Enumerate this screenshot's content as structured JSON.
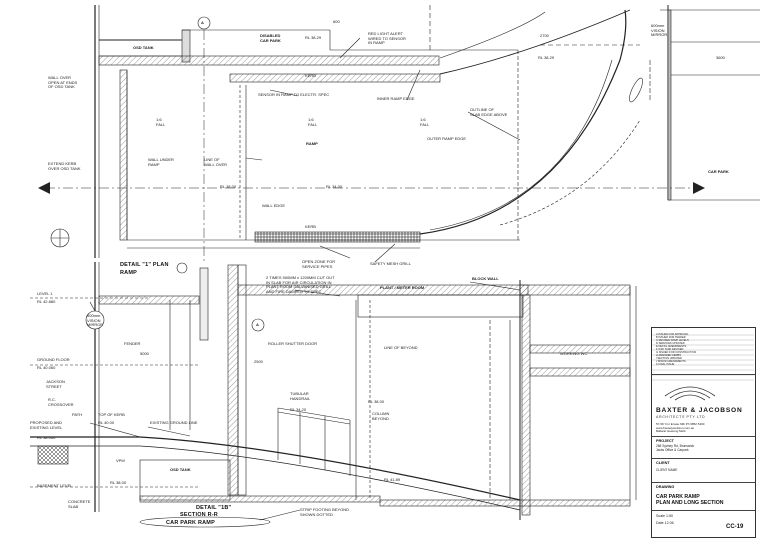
{
  "plan": {
    "title_detail": "DETAIL \"1\" PLAN",
    "title_sub": "RAMP",
    "grid_marker": "A",
    "labels": {
      "osd_tank": "OSD TANK",
      "wall_over": "WALL OVER\nOPEN AT ENDS\nOF OSD TANK",
      "extend_kerb": "EXTEND KERB\nOVER OSD TANK",
      "wall_under_ramp": "WALL UNDER\nRAMP",
      "line_of_wall_over": "LINE OF\nWALL OVER",
      "fall_1": "1:6\nFALL",
      "fall_2": "1:6\nFALL",
      "fall_3": "1:6\nFALL",
      "ramp": "RAMP",
      "disabled_car_park": "DISABLED\nCAR PARK",
      "rl_1": "RL 38.29",
      "rl_2": "RL 38.29",
      "rl_3": "RL 38.00",
      "rl_4": "RL 34.00",
      "red_light": "RED LIGHT ALERT\nWIRED TO SENSOR\nIN RAMP",
      "sensor": "SENSOR IN RAMP TO ELECTR. SPEC",
      "kerb_top": "KERB",
      "kerb_bottom": "KERB",
      "inner_ramp_edge": "INNER RAMP EDGE",
      "outer_ramp_edge": "OUTER RAMP EDGE",
      "outline_slab": "OUTLINE OF\nSLAB EDGE ABOVE",
      "wall_edge": "WALL EDGE",
      "open_zone": "OPEN ZONE FOR\nSERVICE PIPES",
      "safety_mesh": "SAFETY MESH GRILL",
      "vision_mirror": "600mm\nVISION\nMIRROR",
      "car_park": "CAR PARK",
      "dim_2700": "2700",
      "dim_600": "600",
      "dim_3600": "3600"
    }
  },
  "section": {
    "title_detail": "DETAIL \"1B\"",
    "title_section": "SECTION R-R",
    "title_sub": "CAR PARK RAMP",
    "labels": {
      "level_1": "LEVEL 1",
      "rl_level_1": "RL 42.880",
      "ground_floor": "GROUND FLOOR",
      "rl_ground": "RL 40.060",
      "basement": "BASEMENT LEVEL",
      "rl_basement": "RL 38.050",
      "jackson_street": "JACKSON\nSTREET",
      "rc_crossover": "R.C.\nCROSSOVER",
      "path": "PATH",
      "proposed": "PROPOSED AND\nEXISTING LEVEL",
      "top_of_kerb": "TOP OF KERB",
      "rl_kerb": "RL 40.00",
      "existing_ground": "EXISTING GROUND LINE",
      "fender": "FENDER",
      "vision_mirror": "600mm\nVISION\nMIRROR",
      "roller_shutter": "ROLLER SHUTTER DOOR",
      "plant_meter": "PLANT / METER ROOM",
      "block_wall": "BLOCK WALL",
      "line_of_beyond": "LINE OF BEYOND",
      "working_wc": "WORKING WC",
      "tubular_handrail": "TUBULAR\nHANDRAIL",
      "column": "COLUMN\nBEYOND",
      "osd_tank": "OSD TANK",
      "vpm": "VPM",
      "grill_note": "2 TIMES 900MM x 1200MM CUT OUT\nIN SLAB FOR AIR CIRCULATION IN\nPLANT ROOM GALVANISED GRILL\nAND FIRE DAMPER TO SPEC",
      "strip_footing": "STRIP FOOTING BEYOND\nSHOWN DOTTED",
      "concrete_slab": "CONCRETE\nSLAB",
      "rl_a": "RL 38.00",
      "rl_b": "RL 34.20",
      "rl_c": "RL 38.00",
      "rl_d": "RL 41.89",
      "dim_5000": "5000",
      "dim_2500": "2500"
    }
  },
  "title_block": {
    "firm_name": "BAXTER & JACOBSON",
    "firm_sub": "ARCHITECTS PTY LTD",
    "firm_contact": "57-59 Ymr Ensau  Mlb  Ph 9852 5400\nwww.baxterjacobson.com.au\nBallarat  Geelong  Melb",
    "project_head": "PROJECT",
    "project_text": "268 Sydney Rd, Brunswick\nJacks Office & Carpark",
    "client_head": "CLIENT",
    "client_text": "CLIENT NAME",
    "drawing_head": "DRAWING",
    "drawing_title": "CAR PARK RAMP\nPLAN AND LONG SECTION",
    "scale_text": "Scale  1:50",
    "date_text": "Date  12.06",
    "drawing_no": "CC-19",
    "revisions": [
      "A  ISSUED FOR APPROVAL",
      "B  ISSUED FOR TENDER",
      "C  REVISED RAMP LEVELS",
      "D  SERVICES UPDATED",
      "E  DETAIL AMENDMENTS",
      "F  OSD TANK REVISED",
      "G  ISSUED FOR CONSTRUCTION",
      "H  AMENDED KERBS",
      "I  SECTION UPDATED",
      "J  MINOR AMENDMENTS",
      "K  FINAL ISSUE"
    ]
  }
}
